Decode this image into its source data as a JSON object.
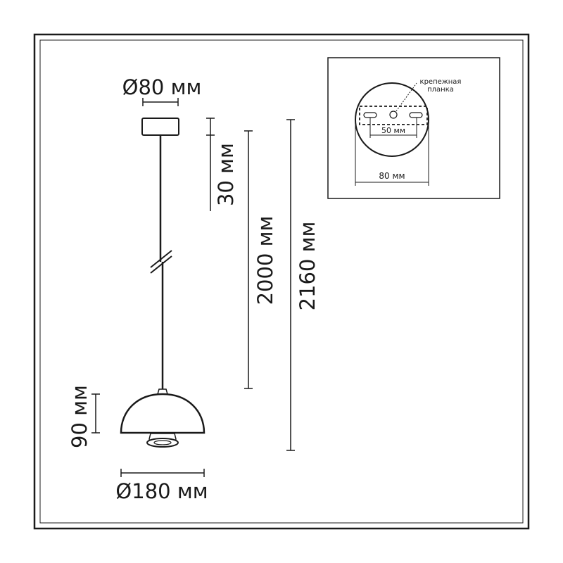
{
  "colors": {
    "line": "#1a1a1a",
    "background": "#ffffff"
  },
  "dimensions": {
    "canopy_diameter": "Ø80 мм",
    "canopy_height": "30 мм",
    "cord_length": "2000 мм",
    "total_height": "2160 мм",
    "shade_height": "90 мм",
    "shade_diameter": "Ø180 мм"
  },
  "inset": {
    "bracket_label_line1": "крепежная",
    "bracket_label_line2": "планка",
    "hole_spacing": "50 мм",
    "plate_diameter": "80 мм"
  }
}
